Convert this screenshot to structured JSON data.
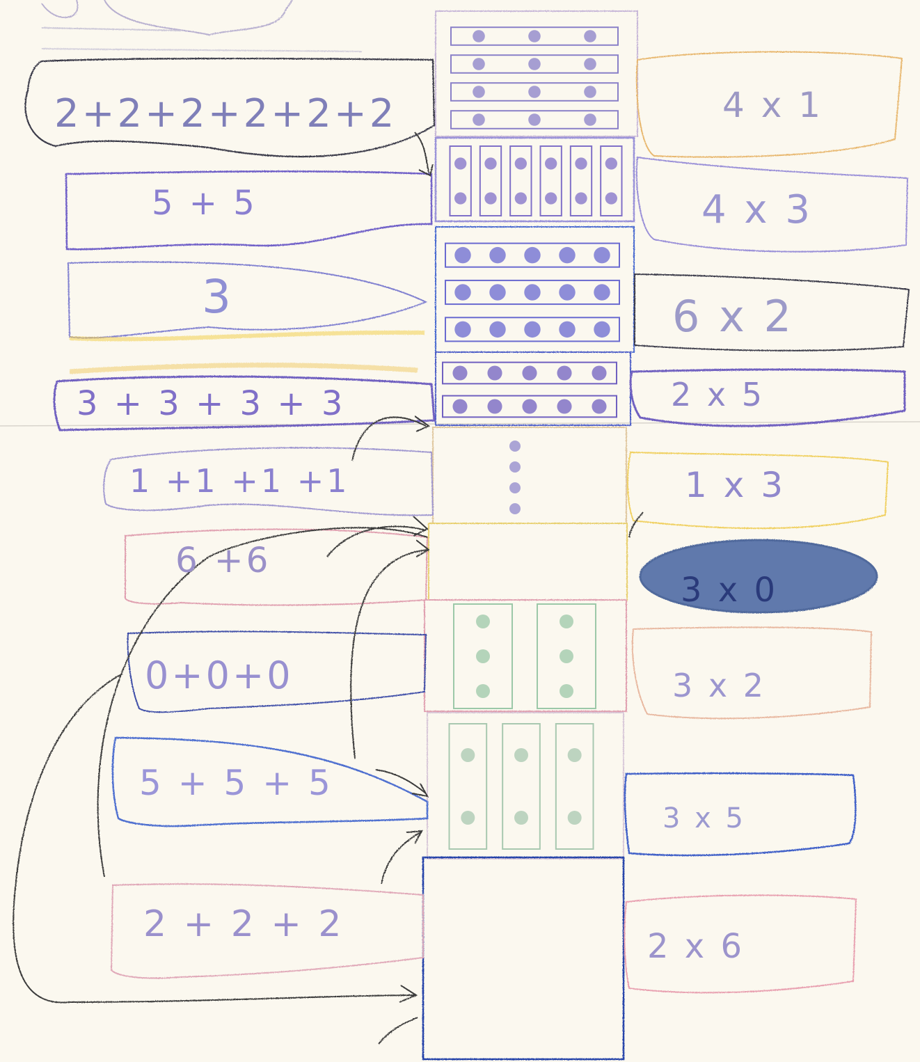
{
  "worksheet": {
    "left_expressions": [
      {
        "text": "2+2+2+2+2+2",
        "color": "#7f7fb8"
      },
      {
        "text": "5 + 5",
        "color": "#8a7fd0"
      },
      {
        "text": "3",
        "color": "#8f8fd4"
      },
      {
        "text": "3 + 3 + 3 + 3",
        "color": "#8070c8"
      },
      {
        "text": "1 +1 +1 +1",
        "color": "#8a80cf"
      },
      {
        "text": "6 +6",
        "color": "#9a90c8"
      },
      {
        "text": "0+0+0",
        "color": "#9890d0"
      },
      {
        "text": "5 + 5 + 5",
        "color": "#9a95d8"
      },
      {
        "text": "2 + 2 + 2",
        "color": "#9a90cc"
      }
    ],
    "right_expressions": [
      {
        "text": "4 x 1",
        "color": "#9c98c4"
      },
      {
        "text": "4 x 3",
        "color": "#9a96d0"
      },
      {
        "text": "6 x 2",
        "color": "#9c9ac8"
      },
      {
        "text": "2 x 5",
        "color": "#8e86c8"
      },
      {
        "text": "1 x 3",
        "color": "#9088cc"
      },
      {
        "text": "3 x 0",
        "color": "#2a3a7a"
      },
      {
        "text": "3 x 2",
        "color": "#9c96cf"
      },
      {
        "text": "3 x 5",
        "color": "#9c9ad0"
      },
      {
        "text": "2 x 6",
        "color": "#9c94cc"
      }
    ],
    "center_groups": [
      {
        "rows": 4,
        "dots_per_row": 3,
        "orientation": "horizontal"
      },
      {
        "rows": 6,
        "dots_per_row": 2,
        "orientation": "vertical"
      },
      {
        "rows": 3,
        "dots_per_row": 5,
        "orientation": "horizontal"
      },
      {
        "rows": 2,
        "dots_per_row": 5,
        "orientation": "horizontal"
      },
      {
        "rows": 1,
        "dots_per_row": 4,
        "orientation": "vertical"
      },
      {
        "rows": 0,
        "dots_per_row": 0,
        "orientation": "faint"
      },
      {
        "rows": 2,
        "dots_per_row": 3,
        "orientation": "vertical"
      },
      {
        "rows": 3,
        "dots_per_row": 2,
        "orientation": "vertical"
      },
      {
        "rows": 0,
        "dots_per_row": 0,
        "orientation": "empty"
      }
    ]
  }
}
